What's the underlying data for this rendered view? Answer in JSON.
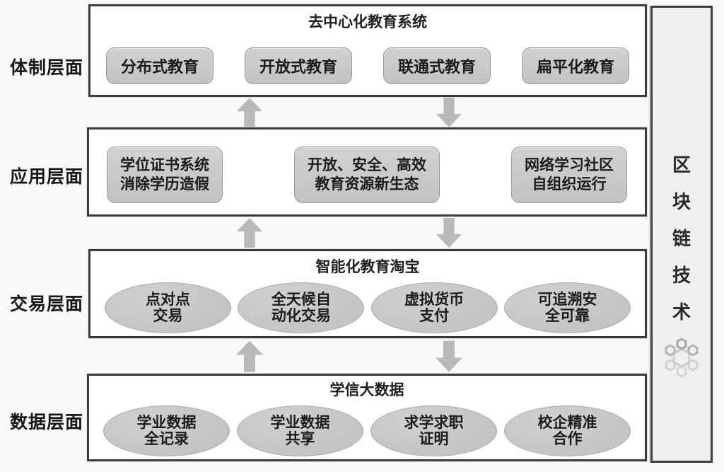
{
  "colors": {
    "box_border": "#3c3c3c",
    "node_fill": "#c6c6c6",
    "node_border": "#9e9e9e",
    "arrow": "#b9b9b9",
    "sidebar_bg": "#efefef",
    "text": "#1c1c1c"
  },
  "sidebar": {
    "title": "区块链技术",
    "chars": [
      "区",
      "块",
      "链",
      "技",
      "术"
    ],
    "icon": "blockchain-network-icon"
  },
  "layers": [
    {
      "label": "体制层面",
      "title": "去中心化教育系统",
      "shape": "pill",
      "items": [
        {
          "line1": "分布式教育"
        },
        {
          "line1": "开放式教育"
        },
        {
          "line1": "联通式教育"
        },
        {
          "line1": "扁平化教育"
        }
      ]
    },
    {
      "label": "应用层面",
      "title": "",
      "shape": "pill",
      "items": [
        {
          "line1": "学位证书系统",
          "line2": "消除学历造假"
        },
        {
          "line1": "开放、安全、高效",
          "line2": "教育资源新生态"
        },
        {
          "line1": "网络学习社区",
          "line2": "自组织运行"
        }
      ]
    },
    {
      "label": "交易层面",
      "title": "智能化教育淘宝",
      "shape": "ellipse",
      "items": [
        {
          "line1": "点对点",
          "line2": "交易"
        },
        {
          "line1": "全天候自",
          "line2": "动化交易"
        },
        {
          "line1": "虚拟货币",
          "line2": "支付"
        },
        {
          "line1": "可追溯安",
          "line2": "全可靠"
        }
      ]
    },
    {
      "label": "数据层面",
      "title": "学信大数据",
      "shape": "ellipse",
      "items": [
        {
          "line1": "学业数据",
          "line2": "全记录"
        },
        {
          "line1": "学业数据",
          "line2": "共享"
        },
        {
          "line1": "求学求职",
          "line2": "证明"
        },
        {
          "line1": "校企精准",
          "line2": "合作"
        }
      ]
    }
  ]
}
